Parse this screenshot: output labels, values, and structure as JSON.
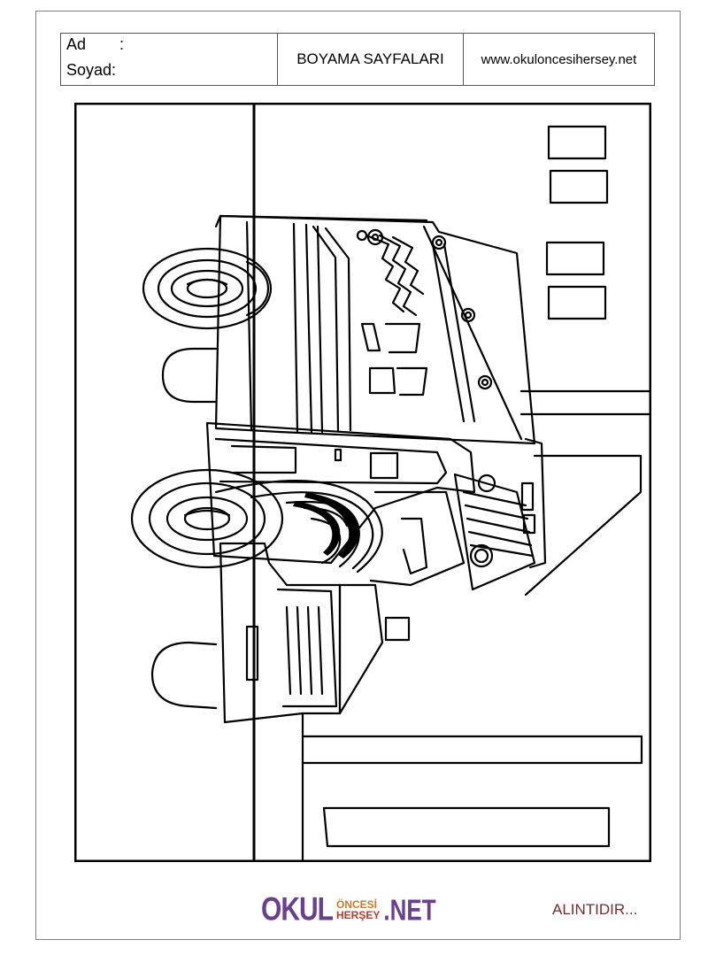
{
  "header": {
    "name_label": "Ad",
    "name_colon": ":",
    "surname_label": "Soyad:",
    "title": "BOYAMA SAYFALARI",
    "website": "www.okuloncesihersey.net"
  },
  "footer": {
    "logo_okul": "OKUL",
    "logo_oncesi": "ÖNCESİ",
    "logo_hersey": "HERŞEY",
    "logo_net": ".NET",
    "credit": "ALINTIDIR..."
  }
}
